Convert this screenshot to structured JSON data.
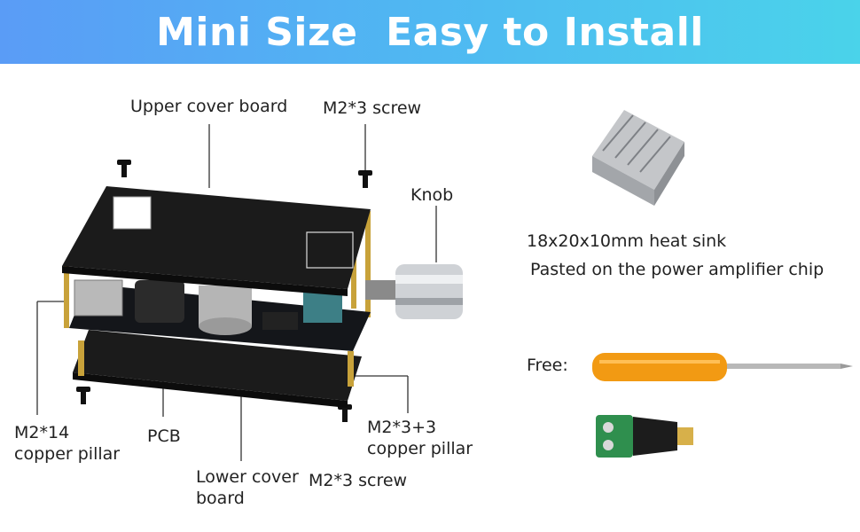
{
  "banner": {
    "title": "Mini Size  Easy to Install"
  },
  "labels": {
    "upper_cover_board": "Upper cover board",
    "m2x3_screw_top": "M2*3 screw",
    "knob": "Knob",
    "m2x14_pillar": [
      "M2*14",
      "copper pillar"
    ],
    "pcb": "PCB",
    "lower_cover_board": [
      "Lower cover",
      "board"
    ],
    "m2x3_screw_bottom": "M2*3 screw",
    "m2x3_3_pillar": [
      "M2*3+3",
      "copper pillar"
    ]
  },
  "heat_sink": {
    "size": "18x20x10mm heat sink",
    "note": "Pasted on the power amplifier chip"
  },
  "free": {
    "label": "Free:"
  },
  "colors": {
    "banner_start": "#5a9cf6",
    "banner_end": "#4ad3ea",
    "board": "#1b1b1b",
    "pcb": "#14161a",
    "copper": "#c8a23a",
    "screwdriver_handle": "#f29a13",
    "terminal_green": "#2f8f4e"
  }
}
